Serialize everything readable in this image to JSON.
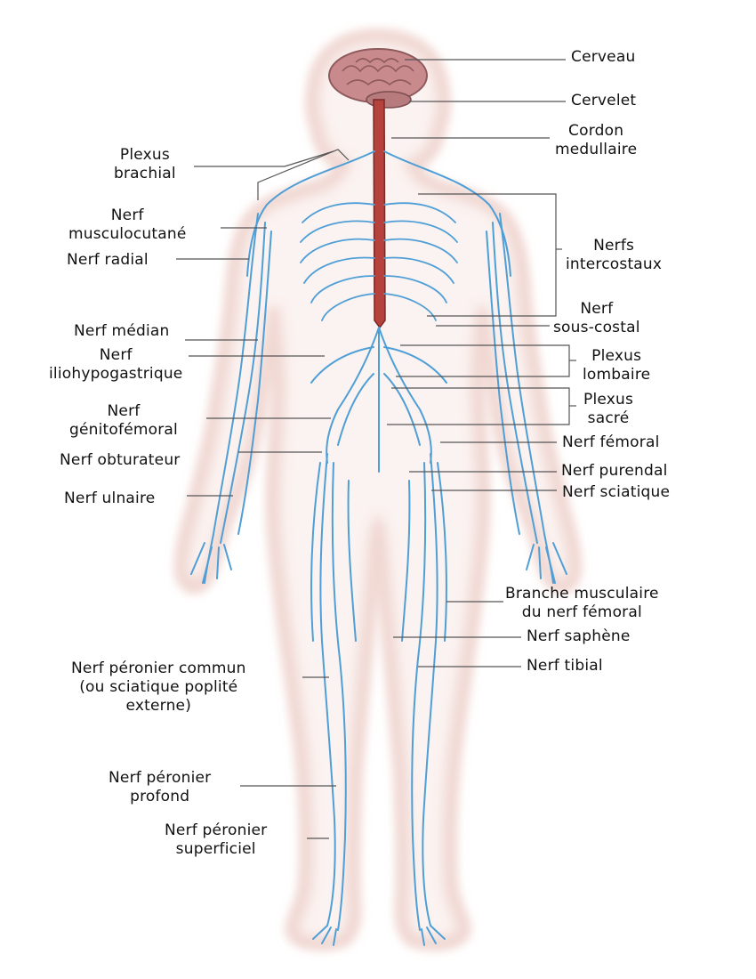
{
  "labels": {
    "cerveau": "Cerveau",
    "cervelet": "Cervelet",
    "cordon": [
      "Cordon",
      "medullaire"
    ],
    "plexus_brachial": [
      "Plexus",
      "brachial"
    ],
    "musculocutane": [
      "Nerf",
      "musculocutané"
    ],
    "radial": "Nerf radial",
    "intercostaux": [
      "Nerfs",
      "intercostaux"
    ],
    "sous_costal": [
      "Nerf",
      "sous-costal"
    ],
    "median": "Nerf médian",
    "iliohypogastrique": [
      "Nerf",
      "iliohypogastrique"
    ],
    "plexus_lombaire": [
      "Plexus",
      "lombaire"
    ],
    "genitofemoral": [
      "Nerf",
      "génitofémoral"
    ],
    "plexus_sacre": [
      "Plexus",
      "sacré"
    ],
    "femoral": "Nerf fémoral",
    "obturateur": "Nerf obturateur",
    "purendal": "Nerf purendal",
    "ulnaire": "Nerf ulnaire",
    "sciatique": "Nerf sciatique",
    "branche_musculaire": [
      "Branche musculaire",
      "du nerf fémoral"
    ],
    "saphene": "Nerf saphène",
    "tibial": "Nerf tibial",
    "peronier_commun": [
      "Nerf péronier commun",
      "(ou sciatique poplité",
      "externe)"
    ],
    "peronier_profond": [
      "Nerf péronier",
      "profond"
    ],
    "peronier_superficiel": [
      "Nerf péronier",
      "superficiel"
    ]
  },
  "colors": {
    "body_outline": "#d8a39a",
    "body_glow": "#f1d8d3",
    "nerve": "#4f9fd6",
    "nerve_light": "#a9d2ee",
    "spinal_cord": "#b5423c",
    "brain": "#c98a8d",
    "leader": "#555555"
  }
}
